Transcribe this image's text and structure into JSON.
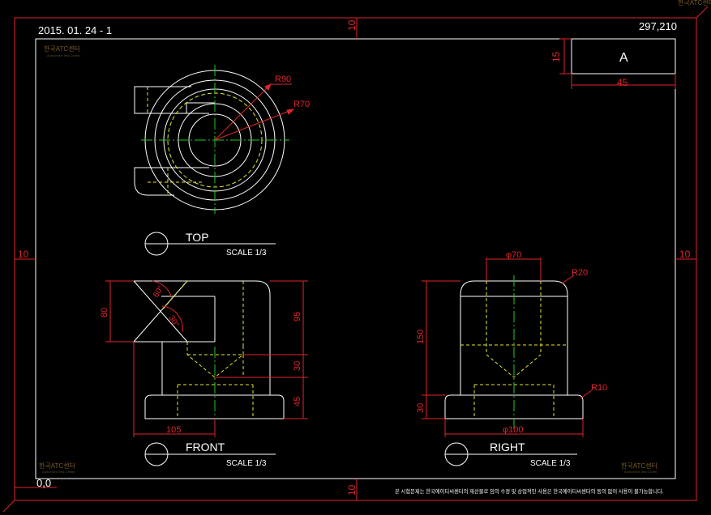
{
  "header": {
    "date_label": "2015. 01. 24 - 1",
    "sheet_size": "297,210",
    "origin": "0,0"
  },
  "title_block": {
    "letter": "A",
    "height_dim": "15",
    "width_dim": "45"
  },
  "margins": {
    "top": "10",
    "bottom": "10",
    "left": "10",
    "right": "10"
  },
  "views": {
    "top": {
      "label": "TOP",
      "scale": "SCALE 1/3"
    },
    "front": {
      "label": "FRONT",
      "scale": "SCALE 1/3"
    },
    "right": {
      "label": "RIGHT",
      "scale": "SCALE 1/3"
    }
  },
  "dimensions": {
    "top_r90": "R90",
    "top_r70": "R70",
    "front_60": "60°",
    "front_30": "30°",
    "front_80": "80",
    "front_95": "95",
    "front_30b": "30",
    "front_45": "45",
    "front_105": "105",
    "right_phi70": "φ70",
    "right_r20": "R20",
    "right_150": "150",
    "right_30": "30",
    "right_r10": "R10",
    "right_phi100": "φ100"
  },
  "watermark": {
    "name": "한국ATC센터",
    "sub": "Authorized Test Center"
  },
  "footer_notice": "본 시험문제는 한국에이티씨센터의 재산물로 임의 수정 및 상업적인 사용은 한국에이티씨센터의 동의 없이 사용이 불가능합니다.",
  "colors": {
    "outline": "#ffffff",
    "hidden": "#e6e62e",
    "center": "#23c823",
    "dimension": "#e0262b",
    "background": "#000000"
  }
}
